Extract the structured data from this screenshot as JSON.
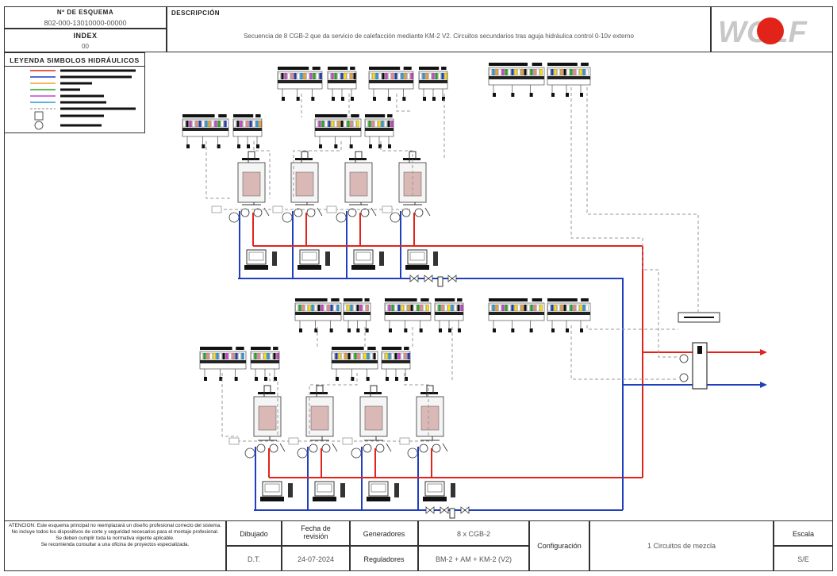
{
  "header": {
    "scheme_label": "Nº DE ESQUEMA",
    "scheme_number": "802-000-13010000-00000",
    "index_label": "INDEX",
    "index_value": "00",
    "description_label": "DESCRIPCIÓN",
    "description_text": "Secuencia de 8 CGB-2 que da servicio de calefacción mediante KM-2 V2.  Circuitos secundarios tras aguja hidráulica control 0-10v externo",
    "logo_text": "WOLF",
    "logo_color": "#e2231a"
  },
  "legend": {
    "title": "LEYENDA SIMBOLOS HIDRÁULICOS",
    "line_colors": [
      "#e2231a",
      "#1f3fbf",
      "#f0a030",
      "#22aa22",
      "#cc44cc",
      "#2a9ad6"
    ]
  },
  "footer": {
    "warning_lines": [
      "ATENCION: Este esquema principal no reemplazará un diseño profesional correcto del sistema.",
      "No incluye todos los dispositivos de corte y seguridad necesarios para el montaje profesional.",
      "Se deben cumplir toda la normativa vigente aplicable.",
      "Se recomienda consultar a una oficina de proyectos especializada."
    ],
    "drawn_label": "Dibujado",
    "drawn_value": "D.T.",
    "date_label": "Fecha de revisión",
    "date_value": "24-07-2024",
    "generators_label": "Generadores",
    "generators_value": "8 x CGB-2",
    "regulators_label": "Reguladores",
    "regulators_value": "BM-2 + AM + KM-2 (V2)",
    "config_label": "Configuración",
    "config_value": "1 Circuitos de mezcla",
    "scale_label": "Escala",
    "scale_value": "S/E"
  },
  "colors": {
    "flow": "#e2231a",
    "return": "#1f3fbf",
    "control": "#9a9a9a"
  }
}
